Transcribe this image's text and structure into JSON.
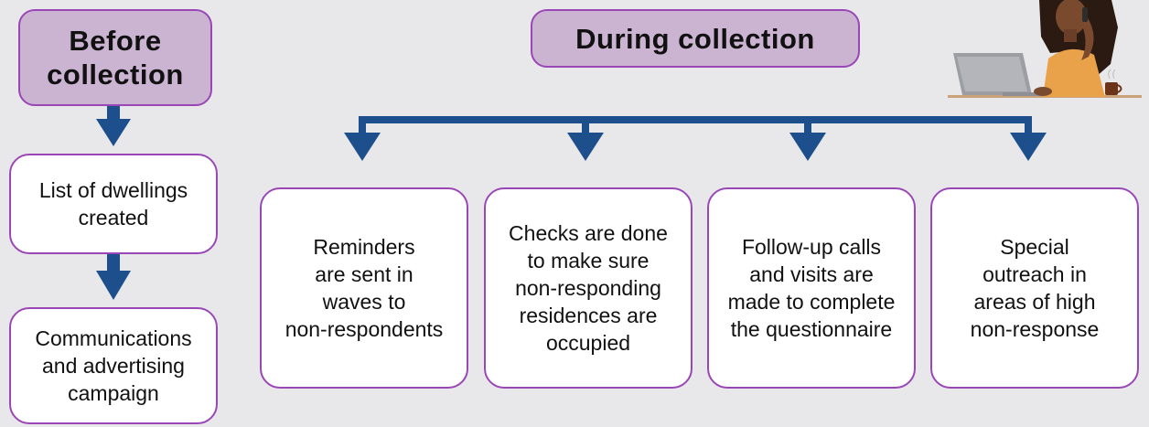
{
  "colors": {
    "background": "#e8e8ea",
    "header_fill": "#cbb3d2",
    "box_border": "#9a47b6",
    "arrow": "#1c4f8c"
  },
  "before": {
    "header": [
      "Before",
      "collection"
    ],
    "steps": [
      {
        "lines": [
          "List of dwellings",
          "created"
        ]
      },
      {
        "lines": [
          "Communications",
          "and advertising",
          "campaign"
        ]
      }
    ]
  },
  "during": {
    "header": "During collection",
    "steps": [
      {
        "lines": [
          "Reminders",
          "are sent in",
          "waves to",
          "non-respondents"
        ]
      },
      {
        "lines": [
          "Checks are done",
          "to make sure",
          "non-responding",
          "residences are",
          "occupied"
        ]
      },
      {
        "lines": [
          "Follow-up calls",
          "and visits are",
          "made to complete",
          "the questionnaire"
        ]
      },
      {
        "lines": [
          "Special",
          "outreach in",
          "areas of high",
          "non-response"
        ]
      }
    ]
  },
  "illustration": {
    "icon": "person-on-phone-at-laptop-illustration"
  }
}
